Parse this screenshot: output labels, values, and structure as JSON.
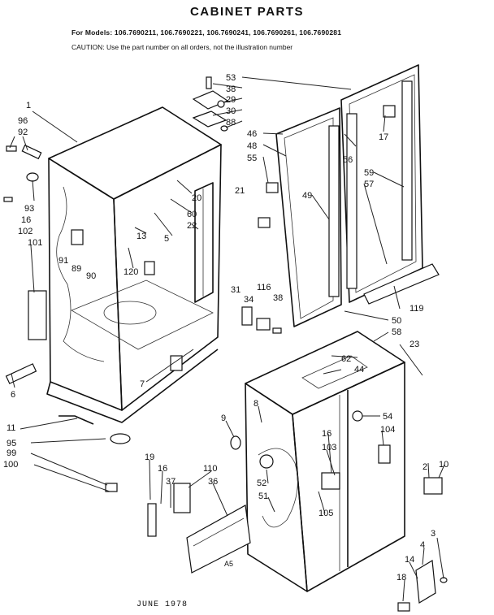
{
  "header": {
    "title": "CABINET PARTS",
    "models": "For Models: 106.7690211, 106.7690221, 106.7690241, 106.7690261, 106.7690281",
    "caution": "CAUTION: Use the part number on all orders, not the illustration number"
  },
  "footer": {
    "date": "JUNE 1978",
    "figure_code": "A5"
  },
  "callouts": [
    {
      "id": "1",
      "label": "1"
    },
    {
      "id": "96",
      "label": "96"
    },
    {
      "id": "92",
      "label": "92"
    },
    {
      "id": "93",
      "label": "93"
    },
    {
      "id": "16a",
      "label": "16"
    },
    {
      "id": "102",
      "label": "102"
    },
    {
      "id": "101",
      "label": "101"
    },
    {
      "id": "91",
      "label": "91"
    },
    {
      "id": "89",
      "label": "89"
    },
    {
      "id": "90",
      "label": "90"
    },
    {
      "id": "6",
      "label": "6"
    },
    {
      "id": "11",
      "label": "11"
    },
    {
      "id": "95",
      "label": "95"
    },
    {
      "id": "99",
      "label": "99"
    },
    {
      "id": "100",
      "label": "100"
    },
    {
      "id": "13",
      "label": "13"
    },
    {
      "id": "120",
      "label": "120"
    },
    {
      "id": "7",
      "label": "7"
    },
    {
      "id": "20",
      "label": "20"
    },
    {
      "id": "60",
      "label": "60"
    },
    {
      "id": "22",
      "label": "22"
    },
    {
      "id": "5",
      "label": "5"
    },
    {
      "id": "21",
      "label": "21"
    },
    {
      "id": "53",
      "label": "53"
    },
    {
      "id": "38a",
      "label": "38"
    },
    {
      "id": "29",
      "label": "29"
    },
    {
      "id": "30",
      "label": "30"
    },
    {
      "id": "88",
      "label": "88"
    },
    {
      "id": "46",
      "label": "46"
    },
    {
      "id": "48",
      "label": "48"
    },
    {
      "id": "55",
      "label": "55"
    },
    {
      "id": "49",
      "label": "49"
    },
    {
      "id": "17",
      "label": "17"
    },
    {
      "id": "56",
      "label": "56"
    },
    {
      "id": "59",
      "label": "59"
    },
    {
      "id": "57",
      "label": "57"
    },
    {
      "id": "31",
      "label": "31"
    },
    {
      "id": "34",
      "label": "34"
    },
    {
      "id": "116",
      "label": "116"
    },
    {
      "id": "38b",
      "label": "38"
    },
    {
      "id": "119",
      "label": "119"
    },
    {
      "id": "50",
      "label": "50"
    },
    {
      "id": "58",
      "label": "58"
    },
    {
      "id": "23",
      "label": "23"
    },
    {
      "id": "62",
      "label": "62"
    },
    {
      "id": "44",
      "label": "44"
    },
    {
      "id": "8",
      "label": "8"
    },
    {
      "id": "9",
      "label": "9"
    },
    {
      "id": "54",
      "label": "54"
    },
    {
      "id": "104",
      "label": "104"
    },
    {
      "id": "16b",
      "label": "16"
    },
    {
      "id": "103",
      "label": "103"
    },
    {
      "id": "2",
      "label": "2"
    },
    {
      "id": "10",
      "label": "10"
    },
    {
      "id": "19",
      "label": "19"
    },
    {
      "id": "16c",
      "label": "16"
    },
    {
      "id": "110",
      "label": "110"
    },
    {
      "id": "37",
      "label": "37"
    },
    {
      "id": "36",
      "label": "36"
    },
    {
      "id": "52",
      "label": "52"
    },
    {
      "id": "51",
      "label": "51"
    },
    {
      "id": "105",
      "label": "105"
    },
    {
      "id": "3",
      "label": "3"
    },
    {
      "id": "4",
      "label": "4"
    },
    {
      "id": "14",
      "label": "14"
    },
    {
      "id": "18",
      "label": "18"
    }
  ]
}
